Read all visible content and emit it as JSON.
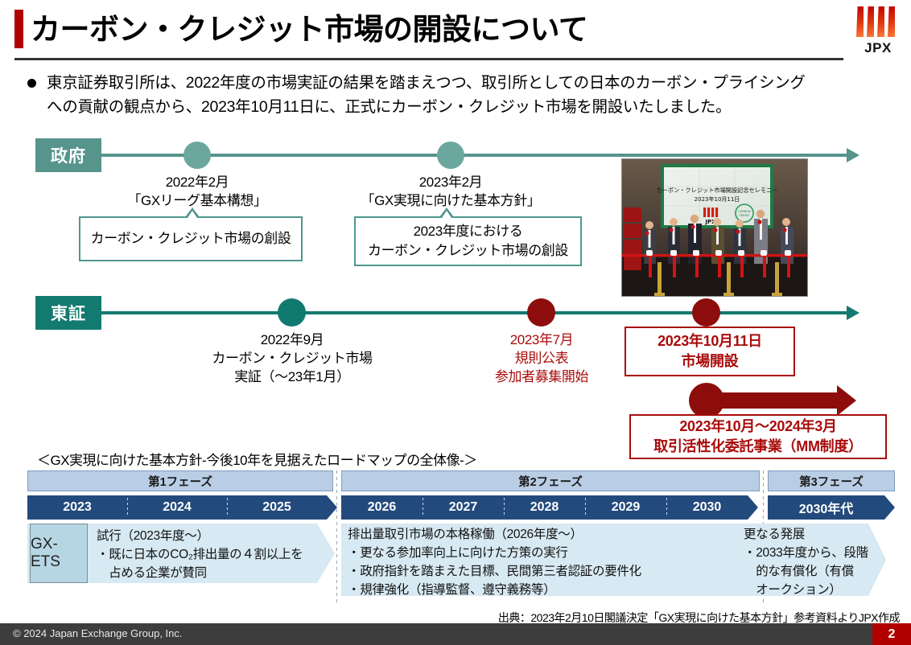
{
  "header": {
    "title": "カーボン・クレジット市場の開設について",
    "logo_text": "JPX",
    "accent_red": "#b00000"
  },
  "bullet": {
    "line1": "東京証券取引所は、2022年度の市場実証の結果を踏まえつつ、取引所としての日本のカーボン・プライシング",
    "line2": "への貢献の観点から、2023年10月11日に、正式にカーボン・クレジット市場を開設いたしました。"
  },
  "timeline": {
    "government": {
      "label": "政府",
      "color": "#56948c",
      "events": [
        {
          "date": "2022年2月",
          "title": "「GXリーグ基本構想」",
          "callout": "カーボン・クレジット市場の創設"
        },
        {
          "date": "2023年2月",
          "title": "「GX実現に向けた基本方針」",
          "callout_line1": "2023年度における",
          "callout_line2": "カーボン・クレジット市場の創設"
        }
      ]
    },
    "exchange": {
      "label": "東証",
      "color": "#137a70",
      "accent_red": "#a90b0b",
      "events": [
        {
          "date": "2022年9月",
          "line2": "カーボン・クレジット市場",
          "line3": "実証（～23年1月）"
        },
        {
          "date": "2023年7月",
          "line2": "規則公表",
          "line3": "参加者募集開始"
        }
      ],
      "redbox1_line1": "2023年10月11日",
      "redbox1_line2": "市場開設",
      "redbox2_line1": "2023年10月～2024年3月",
      "redbox2_line2": "取引活性化委託事業（MM制度）"
    },
    "photo": {
      "caption_line1": "カーボン・クレジット市場開設記念セレモニー",
      "caption_line2": "2023年10月11日",
      "logo_text": "JPX"
    }
  },
  "roadmap": {
    "title": "＜GX実現に向けた基本方針-今後10年を見据えたロードマップの全体像-＞",
    "phases": [
      {
        "label": "第1フェーズ"
      },
      {
        "label": "第2フェーズ"
      },
      {
        "label": "第3フェーズ"
      }
    ],
    "years_phase1": [
      "2023",
      "2024",
      "2025"
    ],
    "years_phase2": [
      "2026",
      "2027",
      "2028",
      "2029",
      "2030"
    ],
    "years_phase3": [
      "2030年代"
    ],
    "row_label": "GX-ETS",
    "cell1": {
      "heading": "試行（2023年度～）",
      "b1": "・既に日本のCO₂排出量の４割以上を",
      "b2": "　占める企業が賛同"
    },
    "cell2": {
      "heading": "排出量取引市場の本格稼働（2026年度～）",
      "b1": "・更なる参加率向上に向けた方策の実行",
      "b2": "・政府指針を踏まえた目標、民間第三者認証の要件化",
      "b3": "・規律強化（指導監督、遵守義務等）"
    },
    "cell3": {
      "heading": "更なる発展",
      "b1": "・2033年度から、段階",
      "b2": "　的な有償化（有償",
      "b3": "　オークション）"
    },
    "source": "出典：2023年2月10日閣議決定「GX実現に向けた基本方針」参考資料よりJPX作成"
  },
  "footer": {
    "copyright": "© 2024 Japan Exchange Group, Inc.",
    "page_number": "2"
  }
}
